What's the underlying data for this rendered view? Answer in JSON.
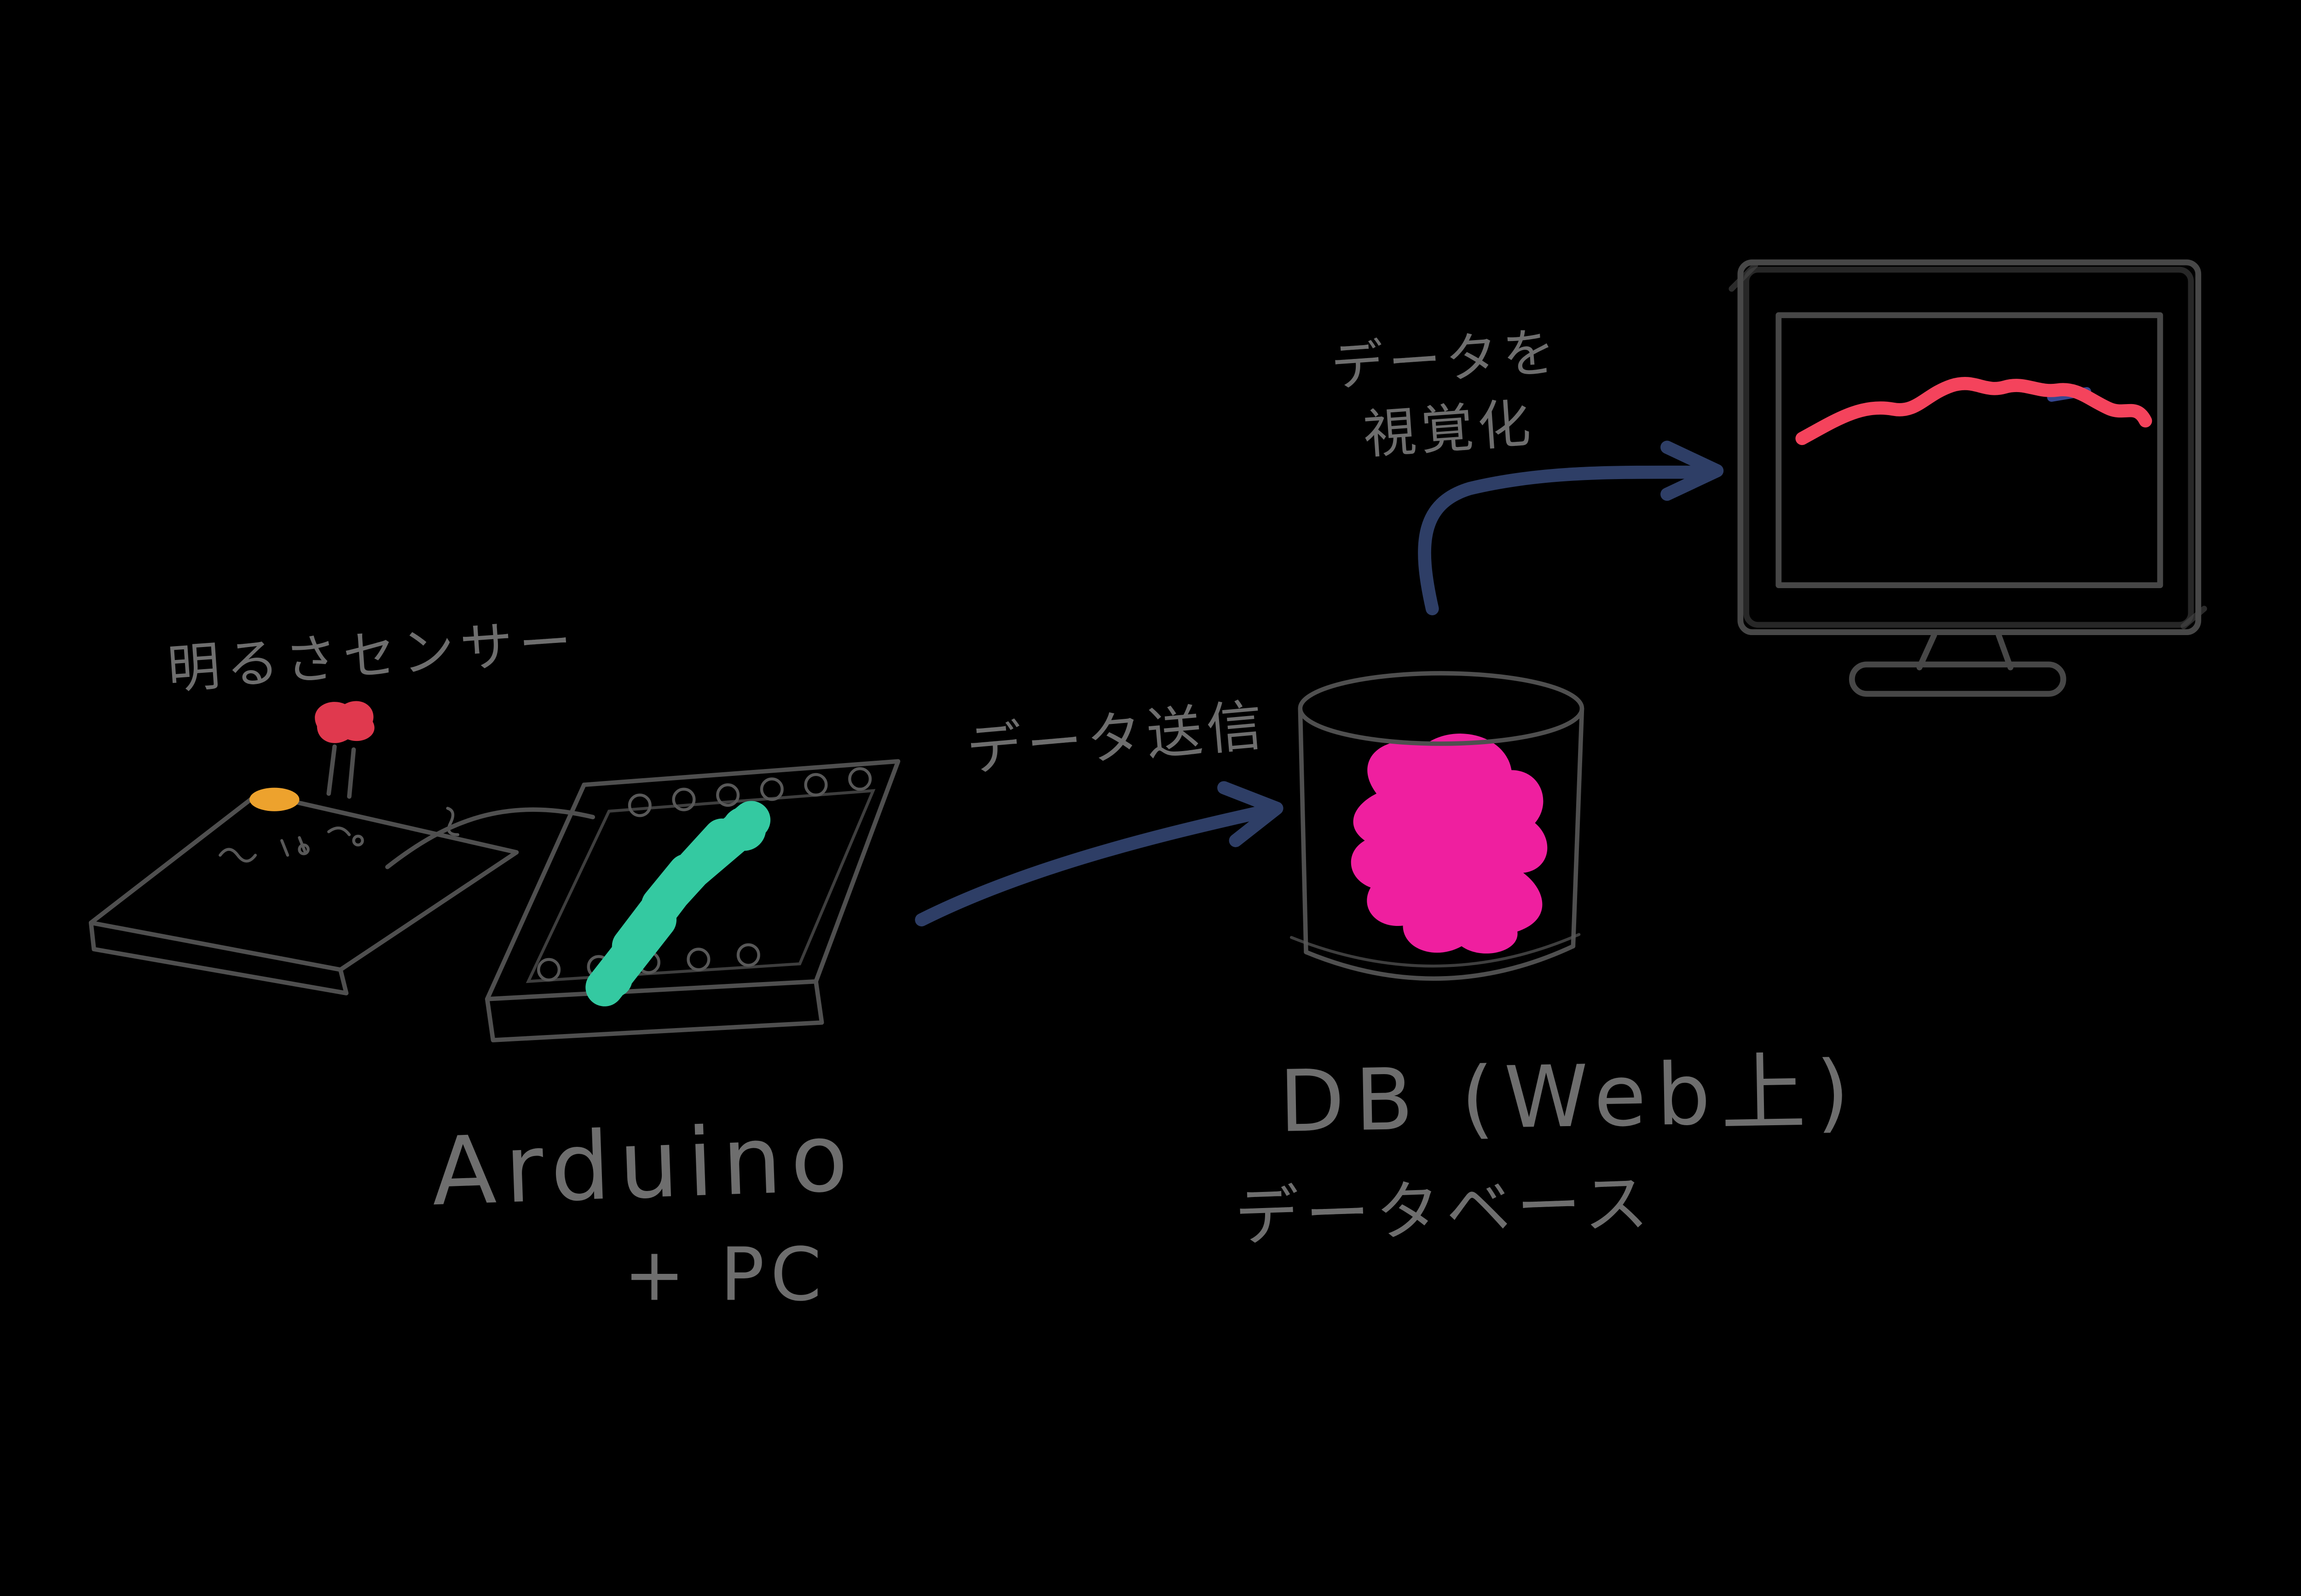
{
  "labels": {
    "brightness_sensor": "明るさセンサー",
    "data_send": "データ送信",
    "visualize_line1": "データを",
    "visualize_line2": "視覚化",
    "arduino": "Arduino",
    "arduino_plus_pc": "+ PC",
    "db_title": "DB (Web上)",
    "db_subtitle": "データベース"
  },
  "colors": {
    "background": "#000000",
    "sketch_text_gray": "#6e6e6e",
    "outline_gray": "#4f4f4f",
    "monitor_gray": "#474747",
    "arrow_navy": "#2e3e66",
    "teal": "#34c9a1",
    "magenta": "#ef1f9f",
    "sensor_red": "#e0394e",
    "sensor_orange": "#eda22d",
    "chart_red": "#f4435c",
    "chart_blue": "#3c4fa0"
  }
}
